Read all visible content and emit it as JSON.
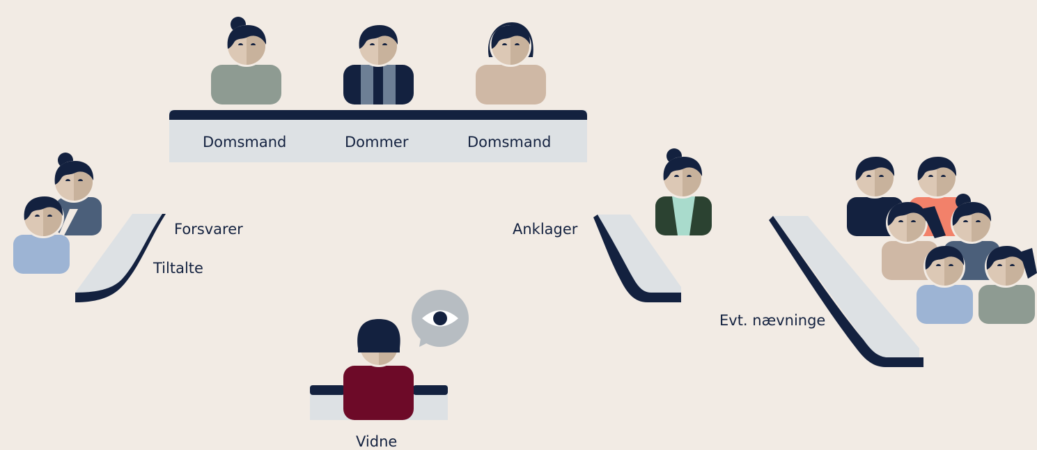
{
  "colors": {
    "background": "#f2ebe4",
    "navy": "#13213f",
    "desk": "#dde1e4",
    "skin": "#dcc8b5",
    "skin_shade": "#c8b29c",
    "sage": "#8e9b92",
    "tan": "#cfb8a5",
    "slate": "#4b5f7a",
    "light_blue": "#9db4d4",
    "forest": "#2b4231",
    "mint": "#a9dbcc",
    "coral": "#f2816a",
    "burgundy": "#6d0a28",
    "speech_grey": "#b7bdc2"
  },
  "bench": {
    "labels": [
      "Domsmand",
      "Dommer",
      "Domsmand"
    ]
  },
  "labels": {
    "defender": "Forsvarer",
    "defendant": "Tiltalte",
    "prosecutor": "Anklager",
    "jury": "Evt. nævninge",
    "witness": "Vidne"
  },
  "icons": {
    "witness_speech": "eye-speech-bubble-icon"
  }
}
